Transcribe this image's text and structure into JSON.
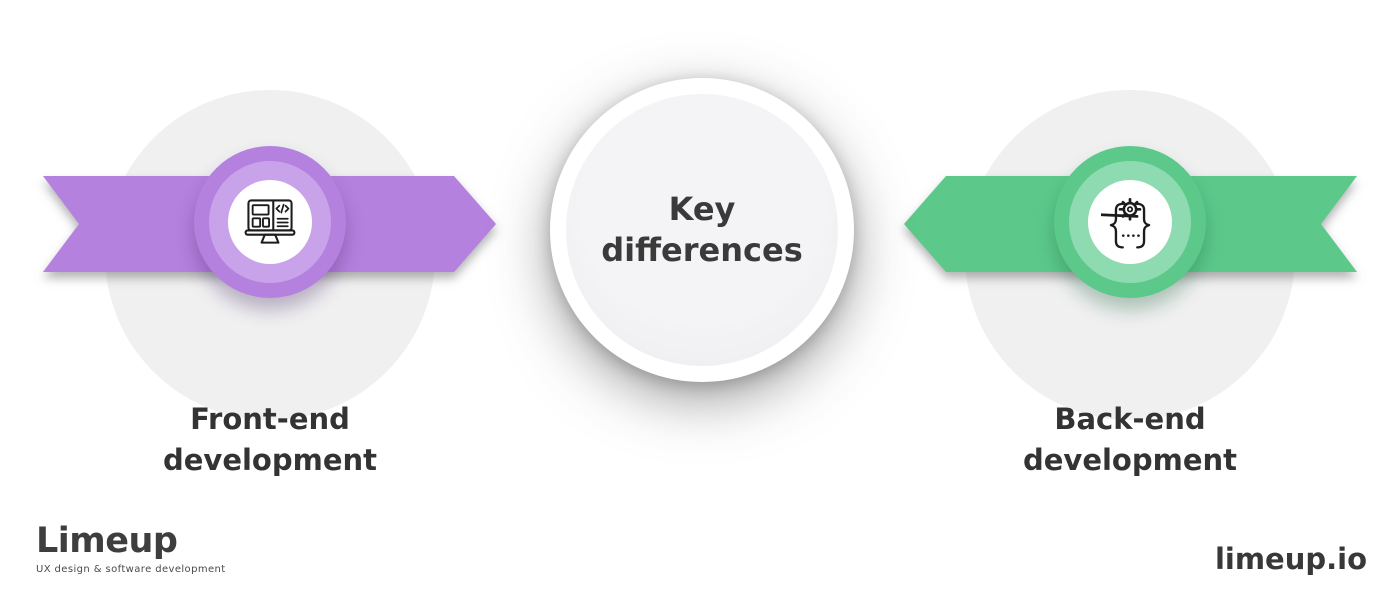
{
  "title": {
    "line1": "Key",
    "line2": "differences"
  },
  "left_item": {
    "label_line1": "Front-end",
    "label_line2": "development",
    "icon": "frontend-monitor-icon",
    "color": "#b581de",
    "color_light": "#c9a3ea"
  },
  "right_item": {
    "label_line1": "Back-end",
    "label_line2": "development",
    "icon": "backend-braces-gear-icon",
    "color": "#5cc98b",
    "color_light": "#8fdbb1"
  },
  "branding": {
    "logo": "Limeup",
    "tagline": "UX design & software development",
    "website": "limeup.io"
  },
  "colors": {
    "background": "#ffffff",
    "halo_circle": "#f0f0f1",
    "center_circle_fill": "#f2f2f4",
    "text": "#333333",
    "icon_stroke": "#1c1c1c"
  }
}
